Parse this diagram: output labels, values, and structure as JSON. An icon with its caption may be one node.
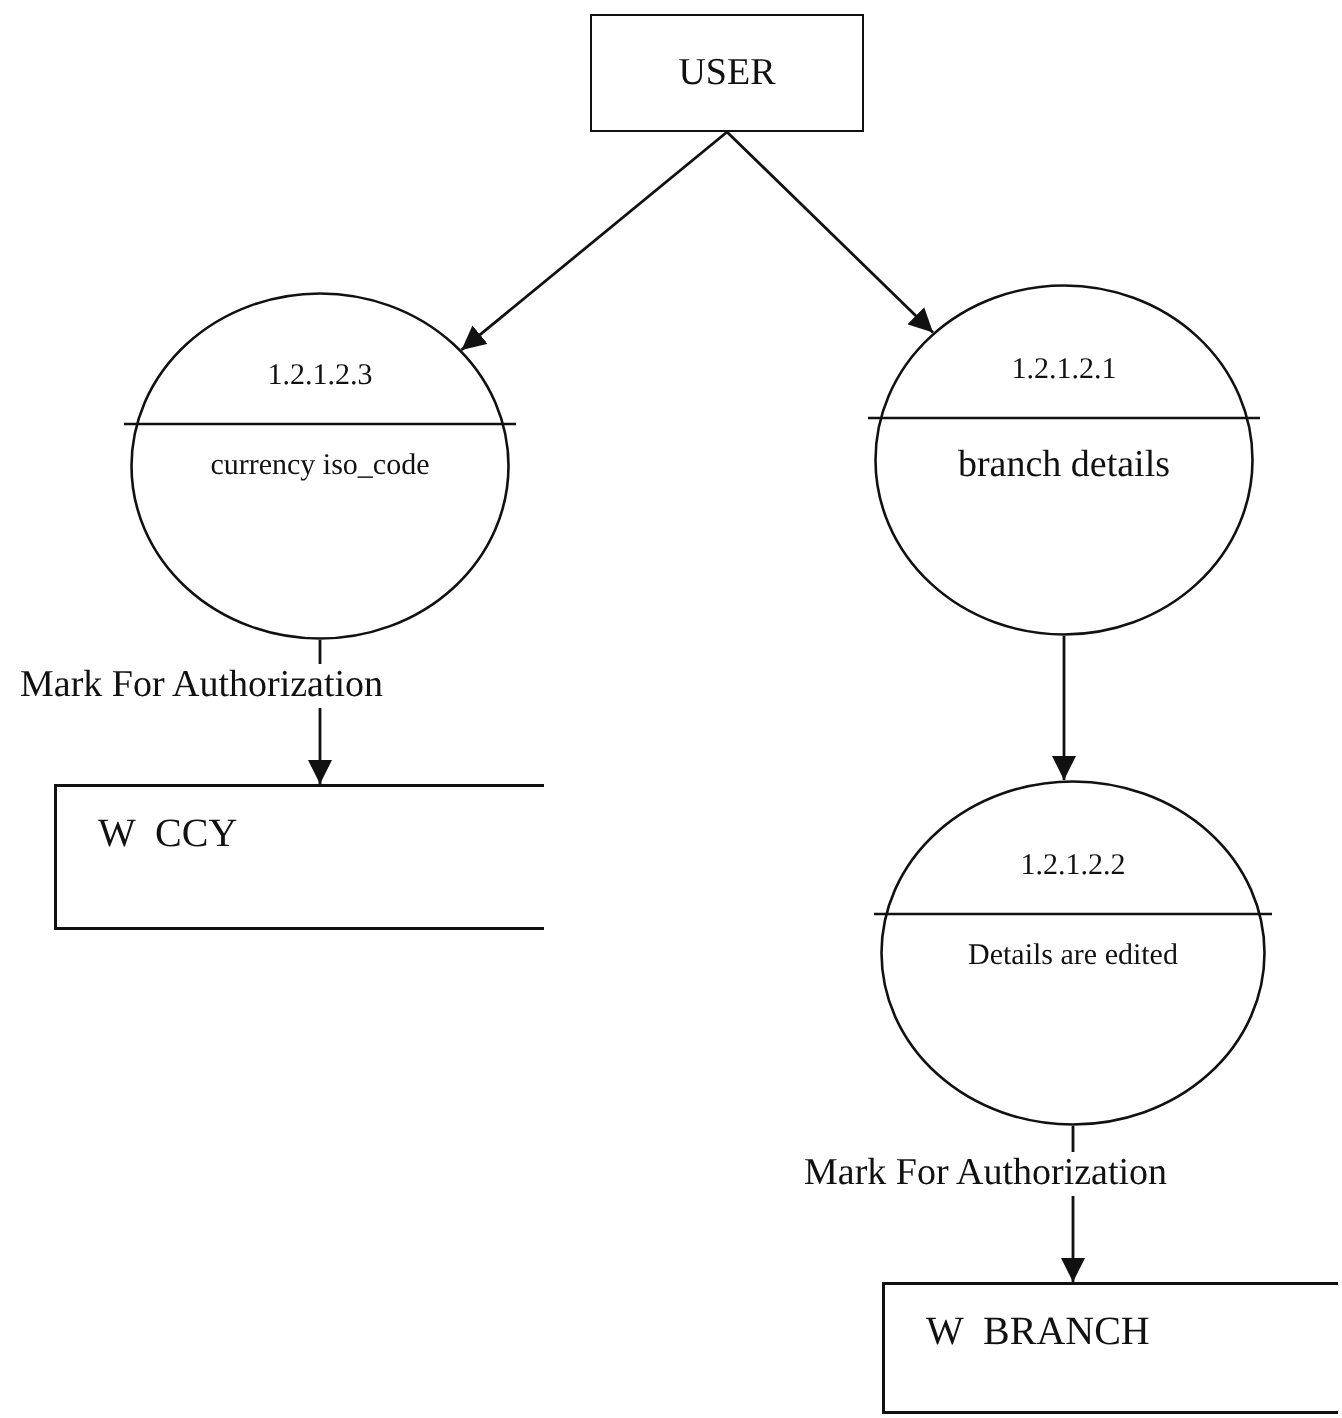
{
  "diagram": {
    "nodes": [
      {
        "text": [
          "USER"
        ]
      },
      {
        "text": [
          "1.2.1.2.3",
          "currency iso_code"
        ]
      },
      {
        "text": [
          "1.2.1.2.1",
          "branch details"
        ]
      },
      {
        "text": [
          "W  CCY"
        ]
      },
      {
        "text": [
          "1.2.1.2.2",
          "Details are edited"
        ]
      },
      {
        "text": [
          "W  BRANCH"
        ]
      }
    ],
    "edges": [
      {
        "from": 0,
        "to": 1,
        "arrow": "to"
      },
      {
        "from": 0,
        "to": 2,
        "arrow": "to"
      },
      {
        "from": 1,
        "to": 3,
        "arrow": "to",
        "label": "Mark For Authorization"
      },
      {
        "from": 2,
        "to": 4,
        "arrow": "to"
      },
      {
        "from": 4,
        "to": 5,
        "arrow": "to",
        "label": "Mark For Authorization"
      }
    ]
  }
}
